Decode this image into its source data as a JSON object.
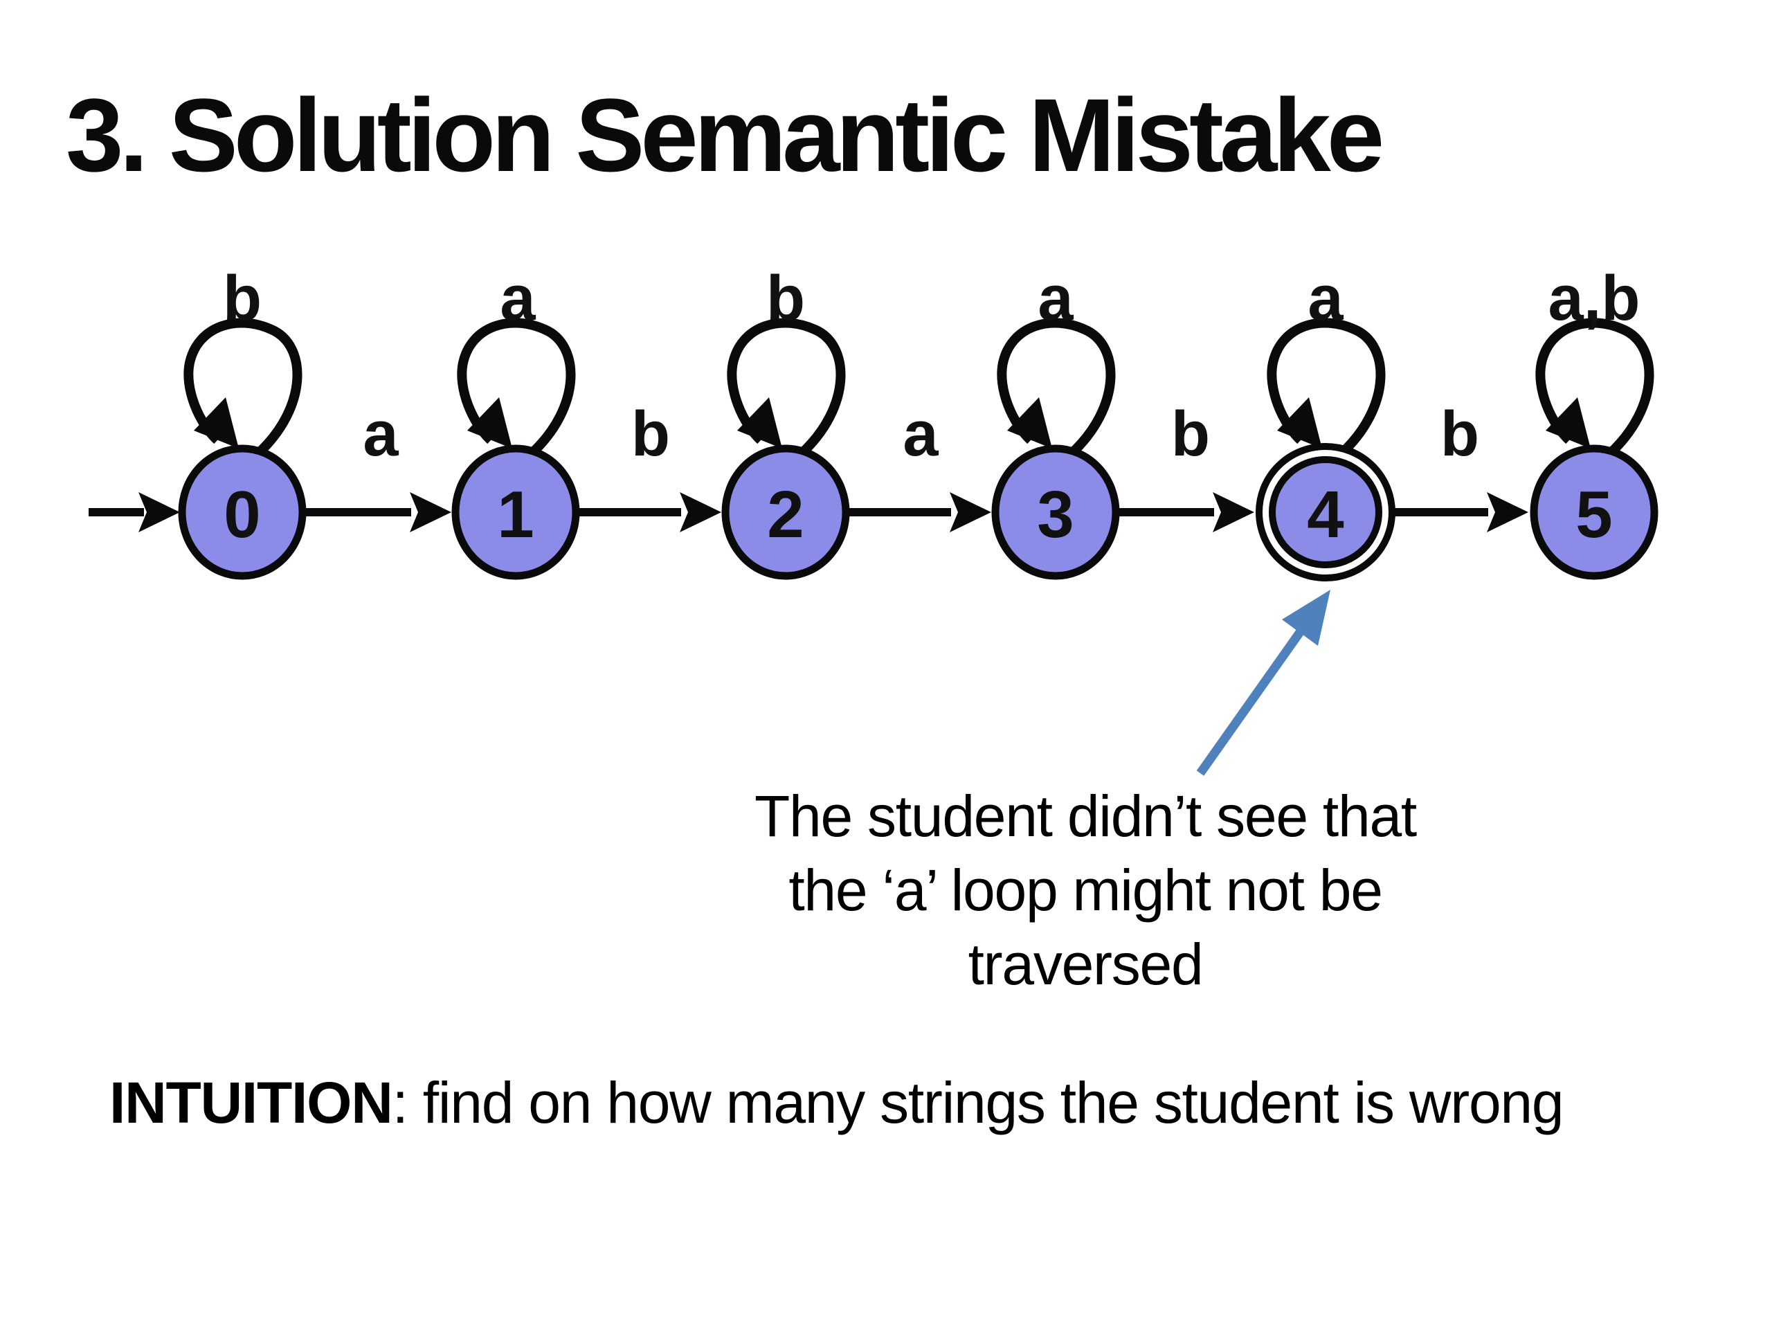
{
  "title": "3. Solution Semantic Mistake",
  "automaton": {
    "start_state": "0",
    "states": [
      {
        "label": "0",
        "loop_label": "b",
        "accepting": false
      },
      {
        "label": "1",
        "loop_label": "a",
        "accepting": false
      },
      {
        "label": "2",
        "loop_label": "b",
        "accepting": false
      },
      {
        "label": "3",
        "loop_label": "a",
        "accepting": false
      },
      {
        "label": "4",
        "loop_label": "a",
        "accepting": true
      },
      {
        "label": "5",
        "loop_label": "a,b",
        "accepting": false
      }
    ],
    "transitions": [
      {
        "from": "0",
        "to": "1",
        "label": "a"
      },
      {
        "from": "1",
        "to": "2",
        "label": "b"
      },
      {
        "from": "2",
        "to": "3",
        "label": "a"
      },
      {
        "from": "3",
        "to": "4",
        "label": "b"
      },
      {
        "from": "4",
        "to": "5",
        "label": "b"
      }
    ]
  },
  "annotation": {
    "line1": "The student didn’t see that",
    "line2": "the ‘a’ loop might not be",
    "line3": "traversed"
  },
  "intuition": {
    "keyword": "INTUITION",
    "rest": ": find on how many strings the student is wrong"
  },
  "colors": {
    "state_fill": "#8b8be8",
    "outline": "#0a0a0a",
    "callout_arrow": "#4f81bd",
    "text": "#000000"
  }
}
